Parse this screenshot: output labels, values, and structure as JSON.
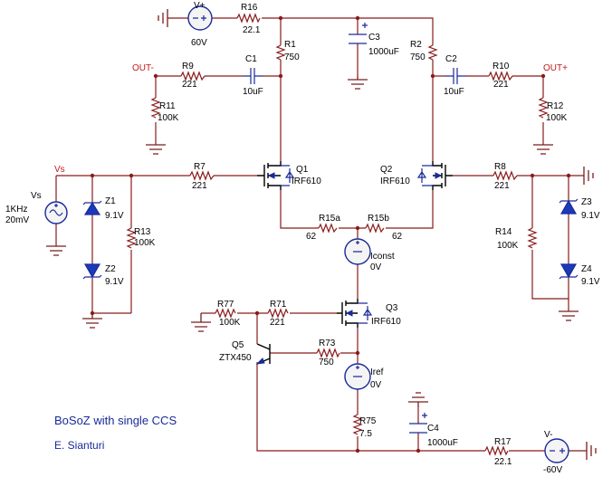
{
  "labels": {
    "vplus_name": "V+",
    "vplus_value": "60V",
    "vminus_name": "V-",
    "vminus_value": "-60V",
    "r16": "R16",
    "r16_v": "22.1",
    "r1": "R1",
    "r1_v": "750",
    "r2": "R2",
    "r2_v": "750",
    "c3": "C3",
    "c3_v": "1000uF",
    "out_minus": "OUT-",
    "out_plus": "OUT+",
    "r9": "R9",
    "r9_v": "221",
    "c1": "C1",
    "c1_v": "10uF",
    "c2": "C2",
    "c2_v": "10uF",
    "r10": "R10",
    "r10_v": "221",
    "r11": "R11",
    "r11_v": "100K",
    "r12": "R12",
    "r12_v": "100K",
    "vs_net": "Vs",
    "vs_name": "Vs",
    "vs_freq": "1KHz",
    "vs_amp": "20mV",
    "r7": "R7",
    "r7_v": "221",
    "r8": "R8",
    "r8_v": "221",
    "q1": "Q1",
    "q1_type": "IRF610",
    "q2": "Q2",
    "q2_type": "IRF610",
    "z1": "Z1",
    "z1_v": "9.1V",
    "z2": "Z2",
    "z2_v": "9.1V",
    "z3": "Z3",
    "z3_v": "9.1V",
    "z4": "Z4",
    "z4_v": "9.1V",
    "r13": "R13",
    "r13_v": "100K",
    "r14": "R14",
    "r14_v": "100K",
    "r15a": "R15a",
    "r15a_v": "62",
    "r15b": "R15b",
    "r15b_v": "62",
    "iconst": "Iconst",
    "iconst_v": "0V",
    "r77": "R77",
    "r77_v": "100K",
    "r71": "R71",
    "r71_v": "221",
    "q3": "Q3",
    "q3_type": "IRF610",
    "q5": "Q5",
    "q5_type": "ZTX450",
    "r73": "R73",
    "r73_v": "750",
    "iref": "Iref",
    "iref_v": "0V",
    "r75": "R75",
    "r75_v": "7.5",
    "c4": "C4",
    "c4_v": "1000uF",
    "r17": "R17",
    "r17_v": "22.1"
  },
  "caption": {
    "title": "BoSoZ with single CCS",
    "author": "E. Sianturi"
  },
  "colors": {
    "wire": "#8a1b1b",
    "symbol": "#1a2a9a",
    "text": "#000000",
    "net_label": "#c01818"
  }
}
